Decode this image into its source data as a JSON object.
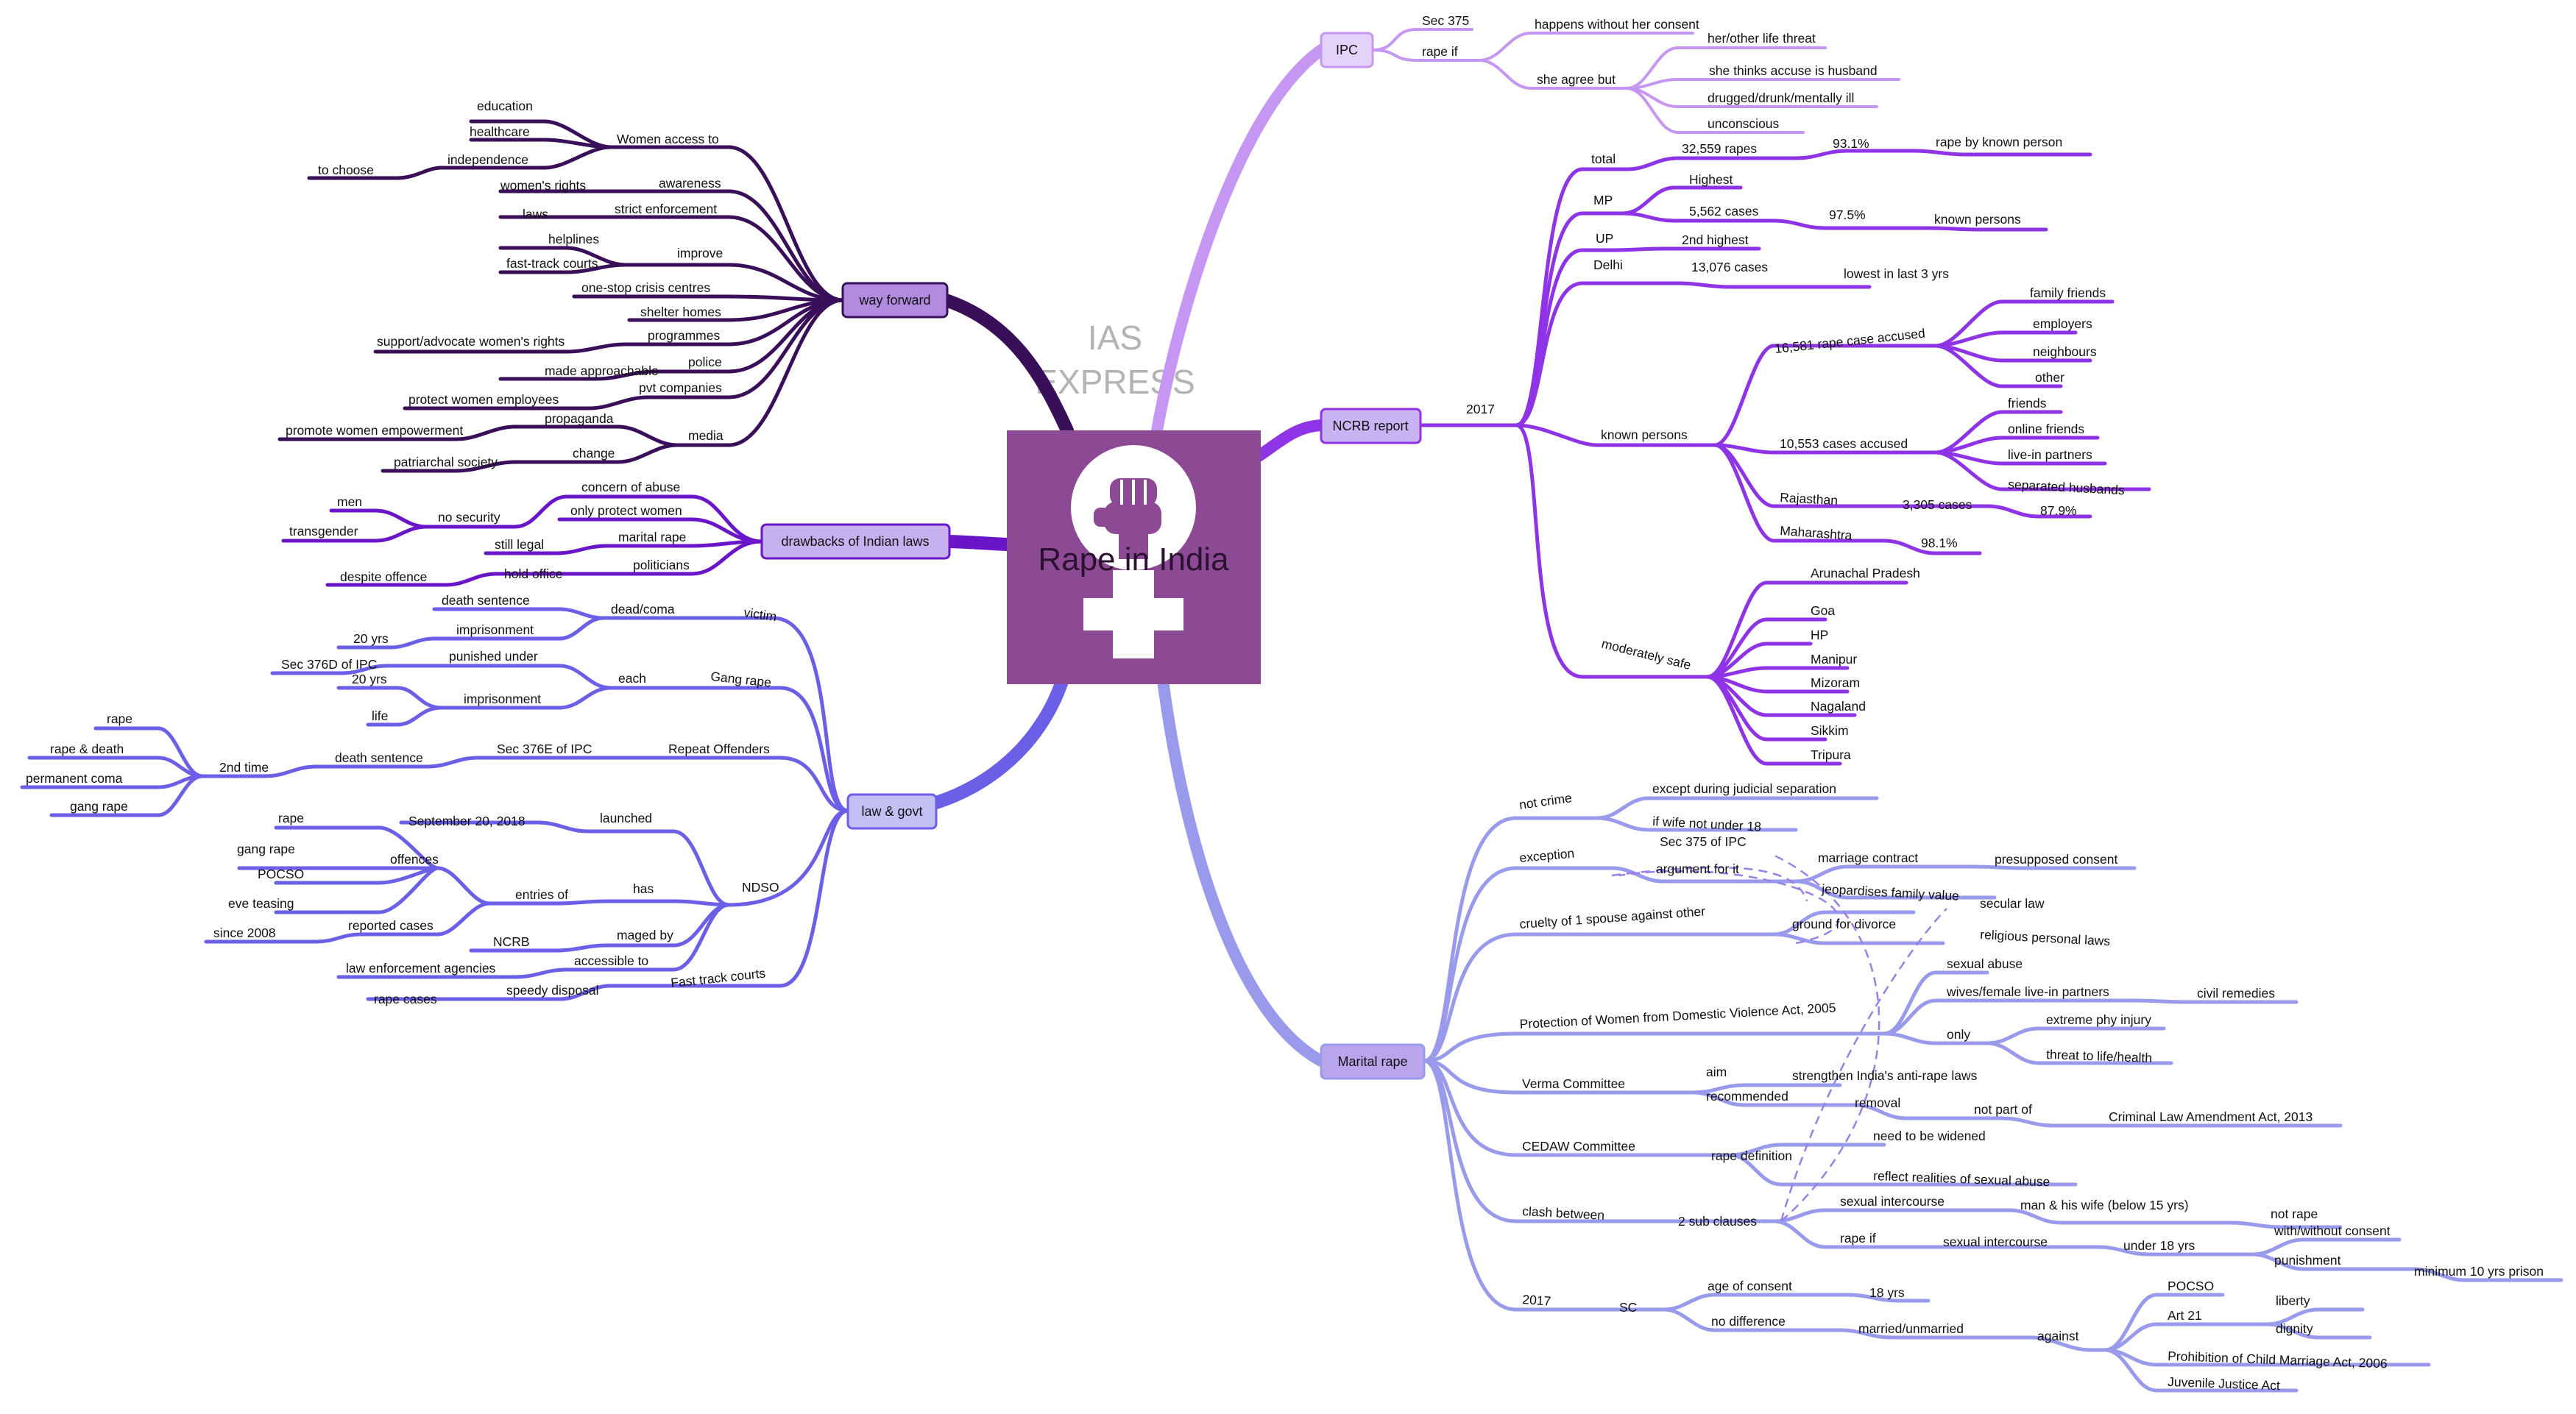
{
  "watermark": {
    "line1": "IAS",
    "line2": "EXPRESS"
  },
  "central": {
    "title": "Rape in India",
    "icon": "raised-fist-female-symbol-icon"
  },
  "colors": {
    "center_box": "#8c4a94",
    "way_forward": "#3a0f5a",
    "drawbacks": "#6a16c8",
    "law_govt": "#6a5fe6",
    "ipc": "#c596f2",
    "ncrb": "#8f33e6",
    "marital": "#9a9aec"
  },
  "topics": {
    "way_forward": "way forward",
    "drawbacks": "drawbacks of Indian laws",
    "law_govt": "law & govt",
    "ipc": "IPC",
    "ncrb": "NCRB report",
    "marital": "Marital rape"
  },
  "labels": {
    "wf_women_access": "Women access to",
    "wf_education": "education",
    "wf_healthcare": "healthcare",
    "wf_independence": "independence",
    "wf_to_choose": "to choose",
    "wf_awareness": "awareness",
    "wf_womens_rights": "women's rights",
    "wf_strict": "strict enforcement",
    "wf_laws": "laws",
    "wf_improve": "improve",
    "wf_helplines": "helplines",
    "wf_fast_track": "fast-track courts",
    "wf_one_stop": "one-stop crisis centres",
    "wf_shelter": "shelter homes",
    "wf_programmes": "programmes",
    "wf_support": "support/advocate women's rights",
    "wf_police": "police",
    "wf_approachable": "made approachable",
    "wf_pvt": "pvt companies",
    "wf_protect": "protect women employees",
    "wf_media": "media",
    "wf_propaganda": "propaganda",
    "wf_promote": "promote women empowerment",
    "wf_change": "change",
    "wf_patriarchal": "patriarchal society",
    "dr_concern": "concern of abuse",
    "dr_no_security": "no security",
    "dr_men": "men",
    "dr_transgender": "transgender",
    "dr_only_protect": "only protect women",
    "dr_marital": "marital rape",
    "dr_still_legal": "still legal",
    "dr_politicians": "politicians",
    "dr_hold_office": "hold office",
    "dr_despite": "despite offence",
    "lg_victim": "victim",
    "lg_dead_coma": "dead/coma",
    "lg_death_sentence": "death sentence",
    "lg_imprisonment1": "imprisonment",
    "lg_20yrs_1": "20 yrs",
    "lg_gang_rape": "Gang rape",
    "lg_each": "each",
    "lg_punished": "punished under",
    "lg_sec376d": "Sec 376D of IPC",
    "lg_imprisonment2": "imprisonment",
    "lg_20yrs_2": "20 yrs",
    "lg_life": "life",
    "lg_repeat": "Repeat Offenders",
    "lg_sec376e": "Sec 376E of IPC",
    "lg_death_sentence2": "death sentence",
    "lg_2nd_time": "2nd time",
    "lg_rape": "rape",
    "lg_rape_death": "rape & death",
    "lg_perm_coma": "permanent coma",
    "lg_gang_rape2": "gang rape",
    "lg_ndso": "NDSO",
    "lg_launched": "launched",
    "lg_sept": "September 20, 2018",
    "lg_has": "has",
    "lg_entries": "entries of",
    "lg_offences": "offences",
    "lg_off_rape": "rape",
    "lg_off_gang": "gang rape",
    "lg_off_pocso": "POCSO",
    "lg_off_eve": "eve teasing",
    "lg_reported": "reported cases",
    "lg_since": "since 2008",
    "lg_maged": "maged by",
    "lg_ncrb": "NCRB",
    "lg_accessible": "accessible to",
    "lg_law_enf": "law enforcement agencies",
    "lg_ftc": "Fast track courts",
    "lg_speedy": "speedy disposal",
    "lg_rape_cases": "rape cases",
    "ipc_sec375": "Sec 375",
    "ipc_rape_if": "rape if",
    "ipc_without": "happens without her consent",
    "ipc_agree": "she agree but",
    "ipc_threat": "her/other life threat",
    "ipc_husband": "she thinks accuse is husband",
    "ipc_drugged": "drugged/drunk/mentally ill",
    "ipc_unconscious": "unconscious",
    "nc_2017": "2017",
    "nc_total": "total",
    "nc_32559": "32,559 rapes",
    "nc_931": "93.1%",
    "nc_known_person": "rape by known person",
    "nc_mp": "MP",
    "nc_highest": "Highest",
    "nc_5562": "5,562 cases",
    "nc_975": "97.5%",
    "nc_known_persons1": "known persons",
    "nc_up": "UP",
    "nc_2nd_highest": "2nd highest",
    "nc_delhi": "Delhi",
    "nc_13076": "13,076 cases",
    "nc_lowest": "lowest in last 3 yrs",
    "nc_known_persons2": "known persons",
    "nc_16581": "16,581 rape case accused",
    "nc_family": "family friends",
    "nc_employers": "employers",
    "nc_neighbours": "neighbours",
    "nc_other": "other",
    "nc_10553": "10,553 cases accused",
    "nc_friends": "friends",
    "nc_online": "online friends",
    "nc_livein": "live-in partners",
    "nc_separated": "separated husbands",
    "nc_rajasthan": "Rajasthan",
    "nc_3305": "3,305 cases",
    "nc_879": "87.9%",
    "nc_maharashtra": "Maharashtra",
    "nc_981": "98.1%",
    "nc_mod_safe": "moderately safe",
    "nc_arunachal": "Arunachal Pradesh",
    "nc_goa": "Goa",
    "nc_hp": "HP",
    "nc_manipur": "Manipur",
    "nc_mizoram": "Mizoram",
    "nc_nagaland": "Nagaland",
    "nc_sikkim": "Sikkim",
    "nc_tripura": "Tripura",
    "mr_not_crime": "not crime",
    "mr_except": "except during judicial separation",
    "mr_if_wife": "if wife not under 18",
    "mr_exception": "exception",
    "mr_sec375": "Sec 375 of IPC",
    "mr_argument": "argument for it",
    "mr_marriage": "marriage contract",
    "mr_presupposed": "presupposed consent",
    "mr_jeopardises": "jeopardises family value",
    "mr_cruelty": "cruelty of 1 spouse against other",
    "mr_ground": "ground for divorce",
    "mr_secular": "secular law",
    "mr_religious": "religious personal laws",
    "mr_protection": "Protection of Women from Domestic Violence Act, 2005",
    "mr_sexual_abuse": "sexual abuse",
    "mr_wives": "wives/female live-in partners",
    "mr_civil": "civil remedies",
    "mr_only": "only",
    "mr_extreme": "extreme phy injury",
    "mr_threat": "threat to life/health",
    "mr_verma": "Verma Committee",
    "mr_aim": "aim",
    "mr_strengthen": "strengthen India's anti-rape laws",
    "mr_recommended": "recommended",
    "mr_removal": "removal",
    "mr_not_part": "not part of",
    "mr_crim_law": "Criminal Law Amendment Act, 2013",
    "mr_cedaw": "CEDAW Committee",
    "mr_rape_def": "rape definition",
    "mr_widened": "need to be widened",
    "mr_reflect": "reflect realities of sexual abuse",
    "mr_clash": "clash between",
    "mr_2sub": "2 sub clauses",
    "mr_sex_inter1": "sexual intercourse",
    "mr_man_wife": "man & his wife (below 15 yrs)",
    "mr_not_rape": "not rape",
    "mr_rape_if": "rape if",
    "mr_sex_inter2": "sexual intercourse",
    "mr_under18": "under 18 yrs",
    "mr_with_without": "with/without consent",
    "mr_punishment": "punishment",
    "mr_min10": "minimum 10 yrs prison",
    "mr_2017": "2017",
    "mr_sc": "SC",
    "mr_age": "age of consent",
    "mr_18yrs": "18 yrs",
    "mr_no_diff": "no difference",
    "mr_married": "married/unmarried",
    "mr_against": "against",
    "mr_pocso": "POCSO",
    "mr_art21": "Art 21",
    "mr_liberty": "liberty",
    "mr_dignity": "dignity",
    "mr_pcma": "Prohibition of Child Marriage Act, 2006",
    "mr_jja": "Juvenile Justice Act"
  }
}
